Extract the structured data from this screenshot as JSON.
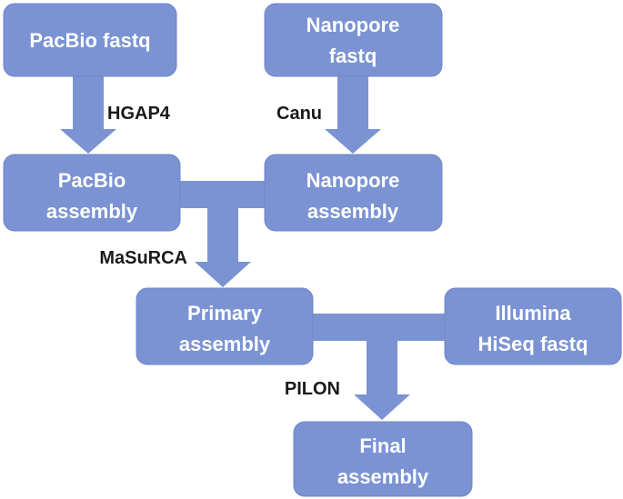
{
  "nodes": {
    "pacbio_fastq": [
      "PacBio fastq"
    ],
    "nanopore_fastq": [
      "Nanopore",
      "fastq"
    ],
    "pacbio_assembly": [
      "PacBio",
      "assembly"
    ],
    "nanopore_assembly": [
      "Nanopore",
      "assembly"
    ],
    "primary_assembly": [
      "Primary",
      "assembly"
    ],
    "illumina_fastq": [
      "Illumina",
      "HiSeq fastq"
    ],
    "final_assembly": [
      "Final",
      "assembly"
    ]
  },
  "edge_labels": {
    "hgap4": "HGAP4",
    "canu": "Canu",
    "masurca": "MaSuRCA",
    "pilon": "PILON"
  },
  "colors": {
    "box_fill": "#7b93d3",
    "box_text": "#ffffff",
    "label_text": "#1a1a1a"
  }
}
